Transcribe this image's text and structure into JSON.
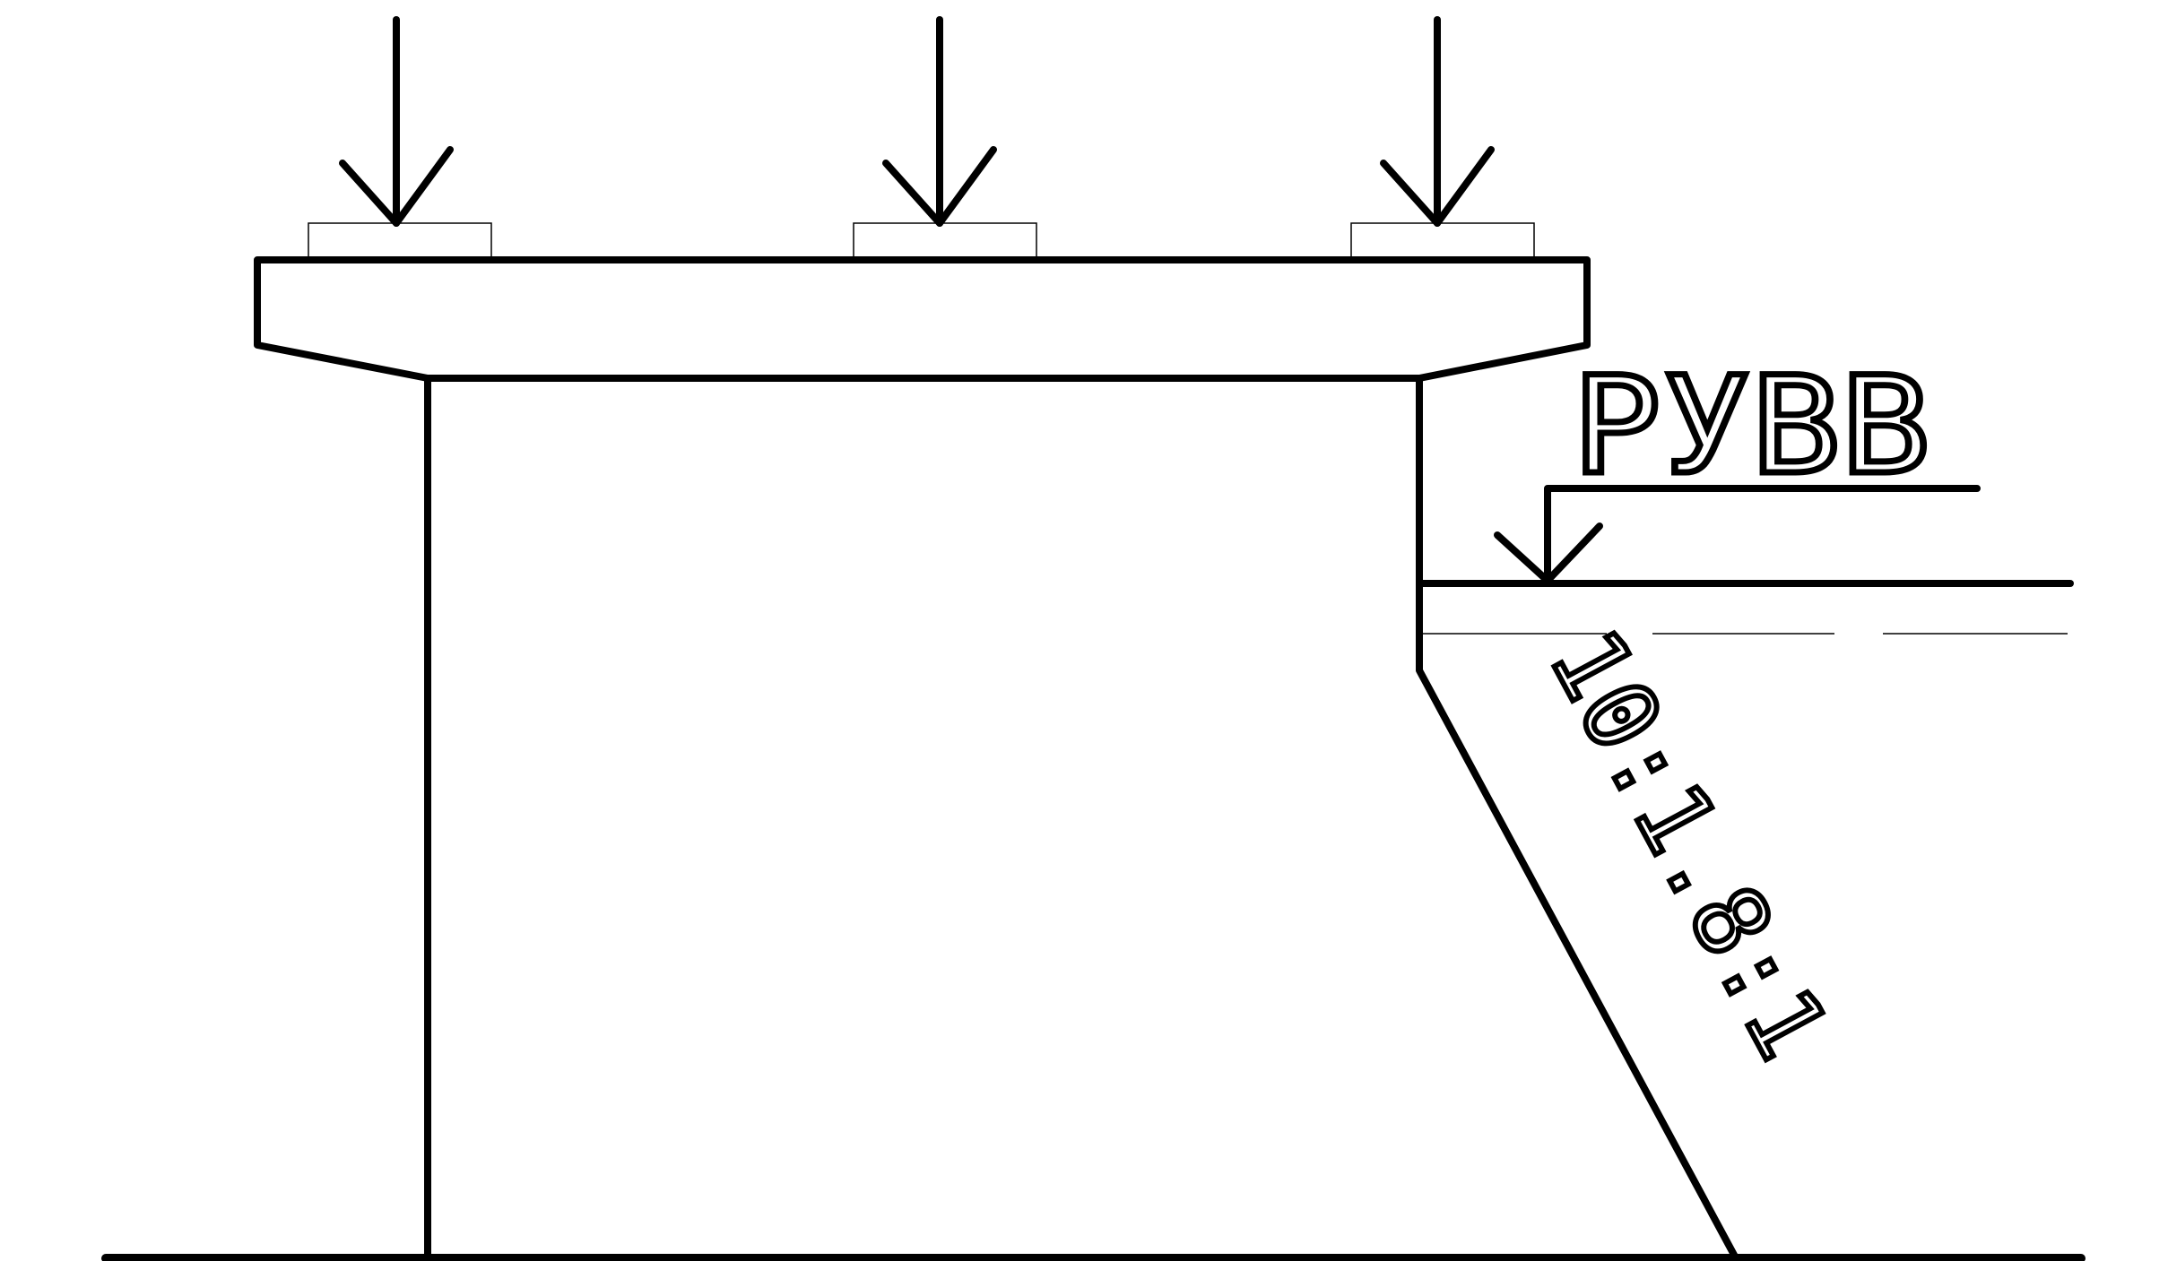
{
  "drawing": {
    "water_level_label": "РУВВ",
    "slope_label": "10:1.8:1",
    "load_arrows": 3,
    "line_color": "#000000",
    "background": "#ffffff"
  }
}
